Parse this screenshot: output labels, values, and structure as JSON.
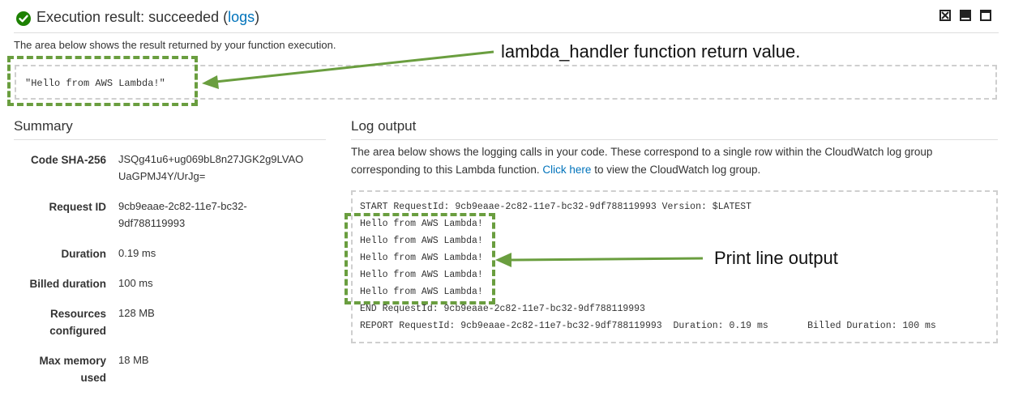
{
  "header": {
    "title_prefix": "Execution result: succeeded (",
    "logs_link": "logs",
    "title_suffix": ")",
    "status_icon": "check-circle-icon",
    "status_color": "#1d8102",
    "window_controls": [
      "close-icon",
      "minimize-icon",
      "maximize-icon"
    ]
  },
  "result": {
    "description": "The area below shows the result returned by your function execution.",
    "value": "\"Hello from AWS Lambda!\""
  },
  "annotations": {
    "return_value": "lambda_handler function return value.",
    "print_output": "Print line output",
    "highlight_color": "#6a9e3f"
  },
  "summary": {
    "title": "Summary",
    "rows": [
      {
        "label": "Code SHA-256",
        "value_lines": [
          "JSQg41u6+ug069bL8n27JGK2g9LVAO",
          "UaGPMJ4Y/UrJg="
        ]
      },
      {
        "label": "Request ID",
        "value_lines": [
          "9cb9eaae-2c82-11e7-bc32-",
          "9df788119993"
        ]
      },
      {
        "label": "Duration",
        "value_lines": [
          "0.19 ms"
        ]
      },
      {
        "label": "Billed duration",
        "value_lines": [
          "100 ms"
        ]
      },
      {
        "label_lines": [
          "Resources",
          "configured"
        ],
        "value_lines": [
          "128 MB"
        ]
      },
      {
        "label_lines": [
          "Max memory",
          "used"
        ],
        "value_lines": [
          "18 MB"
        ]
      }
    ]
  },
  "log": {
    "title": "Log output",
    "desc_before_link": "The area below shows the logging calls in your code. These correspond to a single row within the CloudWatch log group corresponding to this Lambda function. ",
    "link_text": "Click here",
    "desc_after_link": " to view the CloudWatch log group.",
    "lines": [
      "START RequestId: 9cb9eaae-2c82-11e7-bc32-9df788119993 Version: $LATEST",
      "Hello from AWS Lambda!",
      "Hello from AWS Lambda!",
      "Hello from AWS Lambda!",
      "Hello from AWS Lambda!",
      "Hello from AWS Lambda!",
      "END RequestId: 9cb9eaae-2c82-11e7-bc32-9df788119993",
      "REPORT RequestId: 9cb9eaae-2c82-11e7-bc32-9df788119993  Duration: 0.19 ms       Billed Duration: 100 ms"
    ]
  }
}
